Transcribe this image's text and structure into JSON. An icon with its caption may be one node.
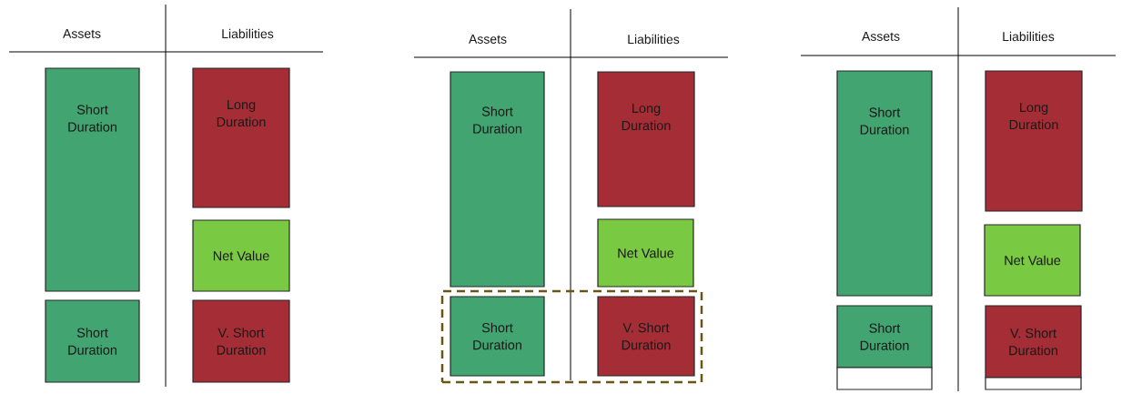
{
  "diagram": {
    "nodes": [
      {
        "text": [
          "Short Duration"
        ]
      },
      {
        "text": [
          "Short Duration"
        ]
      },
      {
        "text": [
          "Long Duration"
        ]
      },
      {
        "text": [
          "Net Value"
        ]
      },
      {
        "text": [
          "V. Short Duration"
        ]
      },
      {
        "text": [],
        "shape": "box"
      },
      {
        "text": [
          "Short Duration"
        ]
      },
      {
        "text": [
          "Short Duration"
        ],
        "in": 5
      },
      {
        "text": [
          "Long Duration"
        ]
      },
      {
        "text": [
          "Net Value"
        ]
      },
      {
        "text": [
          "V. Short Duration"
        ],
        "in": 5
      },
      {
        "text": [
          "Short Duration"
        ]
      },
      {
        "text": [
          "Short Duration"
        ]
      },
      {
        "text": [],
        "shape": "box"
      },
      {
        "text": [
          "Long Duration"
        ]
      },
      {
        "text": [
          "Net Value"
        ]
      },
      {
        "text": [
          "V. Short Duration"
        ]
      },
      {
        "text": [],
        "shape": "box"
      }
    ],
    "labels": [
      "Assets",
      "Liabilities",
      "Assets",
      "Liabilities",
      "Assets",
      "Liabilities"
    ]
  }
}
